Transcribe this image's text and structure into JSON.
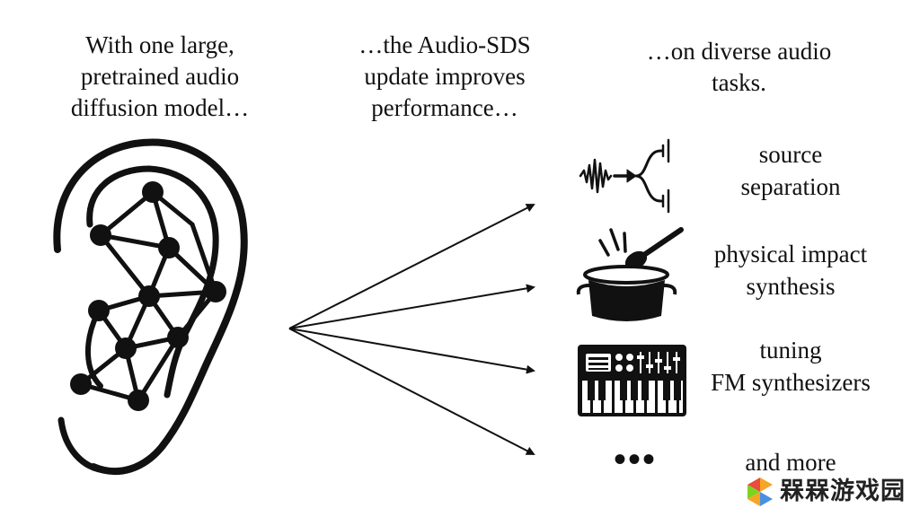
{
  "captions": {
    "left": [
      "With one large,",
      "pretrained audio",
      "diffusion model…"
    ],
    "middle": [
      "…the Audio-SDS",
      "update improves",
      "performance…"
    ],
    "right": [
      "…on diverse audio",
      "tasks."
    ]
  },
  "tasks": [
    {
      "label": [
        "source",
        "separation"
      ],
      "icon": "waveform-split-icon"
    },
    {
      "label": [
        "physical impact",
        "synthesis"
      ],
      "icon": "pot-spoon-icon"
    },
    {
      "label": [
        "tuning",
        "FM synthesizers"
      ],
      "icon": "synthesizer-keyboard-icon"
    },
    {
      "label": [
        "and more"
      ],
      "icon": "ellipsis-icon"
    }
  ],
  "ellipsis": "•••",
  "watermark": {
    "text": "槑槑游戏园",
    "logo_colors": [
      "#f5a623",
      "#e94b3c",
      "#7ed321",
      "#4a90e2"
    ]
  },
  "colors": {
    "ink": "#111111",
    "background": "#ffffff"
  }
}
